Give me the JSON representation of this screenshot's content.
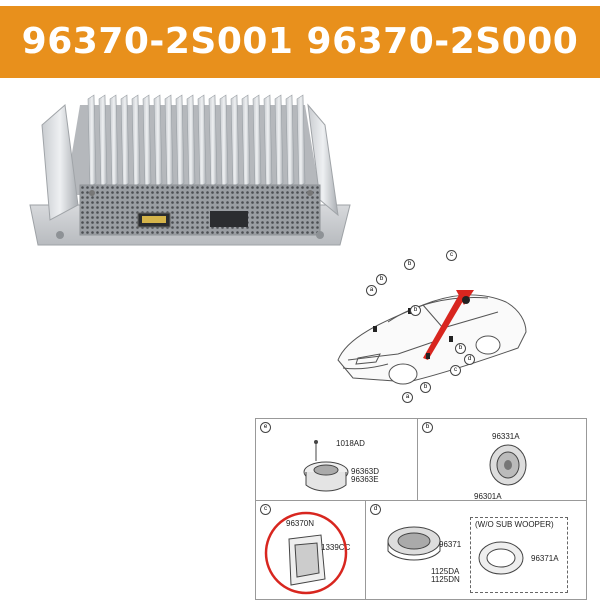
{
  "banner": {
    "title": "96370-2S001 96370-2S000"
  },
  "diagram": {
    "panel_e": {
      "letter": "e",
      "part1": "1018AD",
      "part2": "96363D",
      "part3": "96363E"
    },
    "panel_b": {
      "letter": "b",
      "part1": "96331A",
      "part2": "96301A"
    },
    "panel_c": {
      "letter": "c",
      "part1": "96370N",
      "part2": "1339CC"
    },
    "panel_d": {
      "letter": "d",
      "part1": "96371",
      "part2": "1125DA",
      "part3": "1125DN",
      "note": "(W/O SUB WOOPER)",
      "part4": "96371A"
    }
  },
  "car_callouts": [
    "b",
    "b",
    "c",
    "a",
    "b",
    "d",
    "c",
    "b",
    "a",
    "b"
  ],
  "colors": {
    "banner": "#e8901c",
    "highlight": "#d8261f"
  }
}
